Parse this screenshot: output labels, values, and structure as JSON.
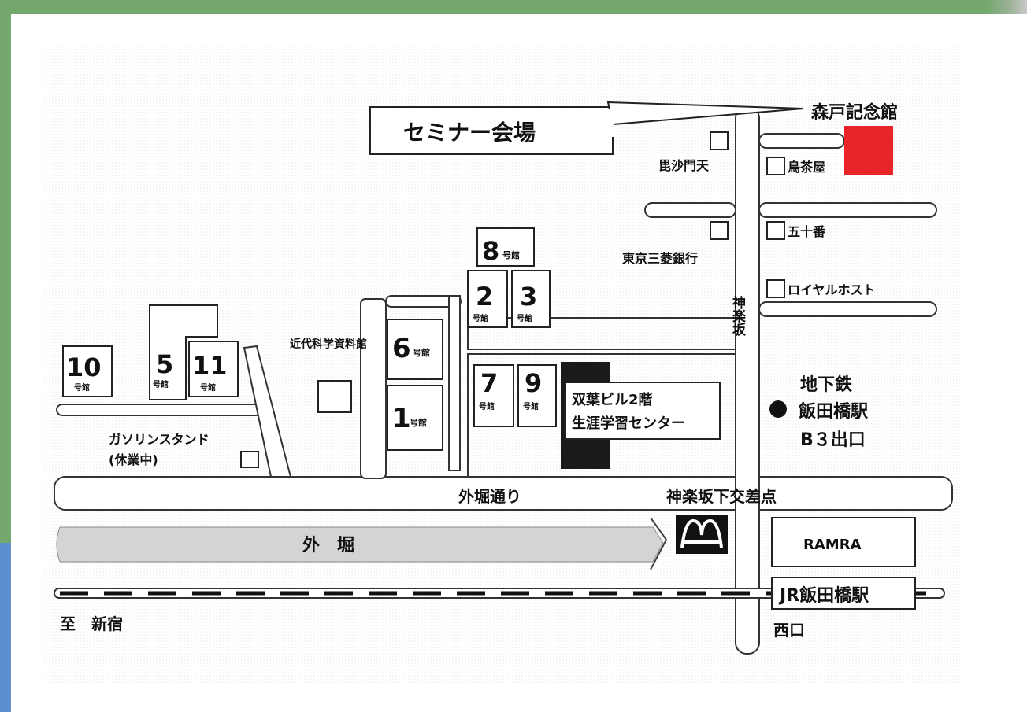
{
  "map": {
    "labels": {
      "seminar_venue": "セミナー会場",
      "morito_kinenkan": "森戸記念館",
      "bishamonten": "毘沙門天",
      "torichaya": "鳥茶屋",
      "gojuban": "五十番",
      "tokyo_mitsubishi": "東京三菱銀行",
      "royal_host": "ロイヤルホスト",
      "kagurazaka": "神楽坂",
      "kindai_kagaku": "近代科学資料館",
      "subway_line1": "地下鉄",
      "subway_line2": "飯田橋駅",
      "subway_line3": "B３出口",
      "futaba_line1": "双葉ビル2階",
      "futaba_line2": "生涯学習センター",
      "gas_station_line1": "ガソリンスタンド",
      "gas_station_line2": "(休業中)",
      "sotobori_dori": "外堀通り",
      "kagurazakashita": "神楽坂下交差点",
      "sotobori": "外　堀",
      "ramla": "RAMRA",
      "jr_iidabashi": "JR飯田橋駅",
      "nishiguchi": "西口",
      "shinjuku": "至　新宿",
      "bldg_suffix": "号館"
    },
    "buildings": [
      "8",
      "2",
      "3",
      "6",
      "1",
      "7",
      "9",
      "10",
      "5",
      "11"
    ]
  },
  "colors": {
    "background": "#74a86e",
    "accent_marker": "#e8262a",
    "river": "#d4d4d4",
    "futaba_block": "#1a1a1a"
  }
}
